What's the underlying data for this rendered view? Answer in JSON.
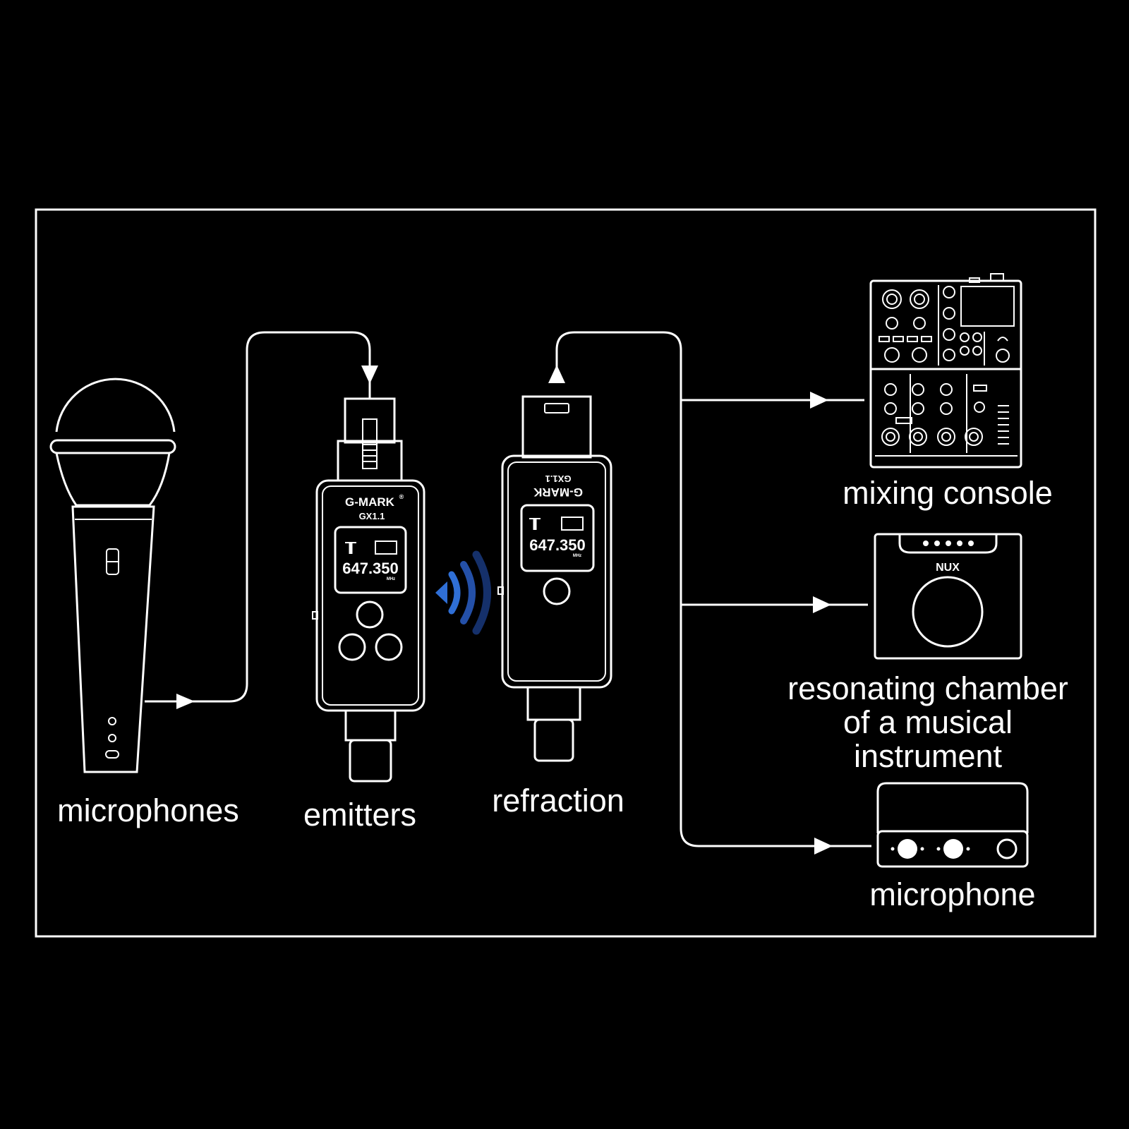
{
  "labels": {
    "microphones": "microphones",
    "emitters": "emitters",
    "refraction": "refraction",
    "mixing_console": "mixing console",
    "resonating_line1": "resonating chamber",
    "resonating_line2": "of a musical",
    "resonating_line3": "instrument",
    "microphone": "microphone"
  },
  "emitter_device": {
    "brand": "G-MARK",
    "brand_mark": "®",
    "model": "GX1.1",
    "frequency": "647.350",
    "unit": "MHz"
  },
  "receiver_device": {
    "brand": "G-MARK",
    "model": "GX1.1",
    "frequency": "647.350",
    "unit": "MHz"
  },
  "amp_brand": "NUX",
  "colors": {
    "background": "#000000",
    "line": "#ffffff",
    "signal": "#2f6fd6"
  }
}
